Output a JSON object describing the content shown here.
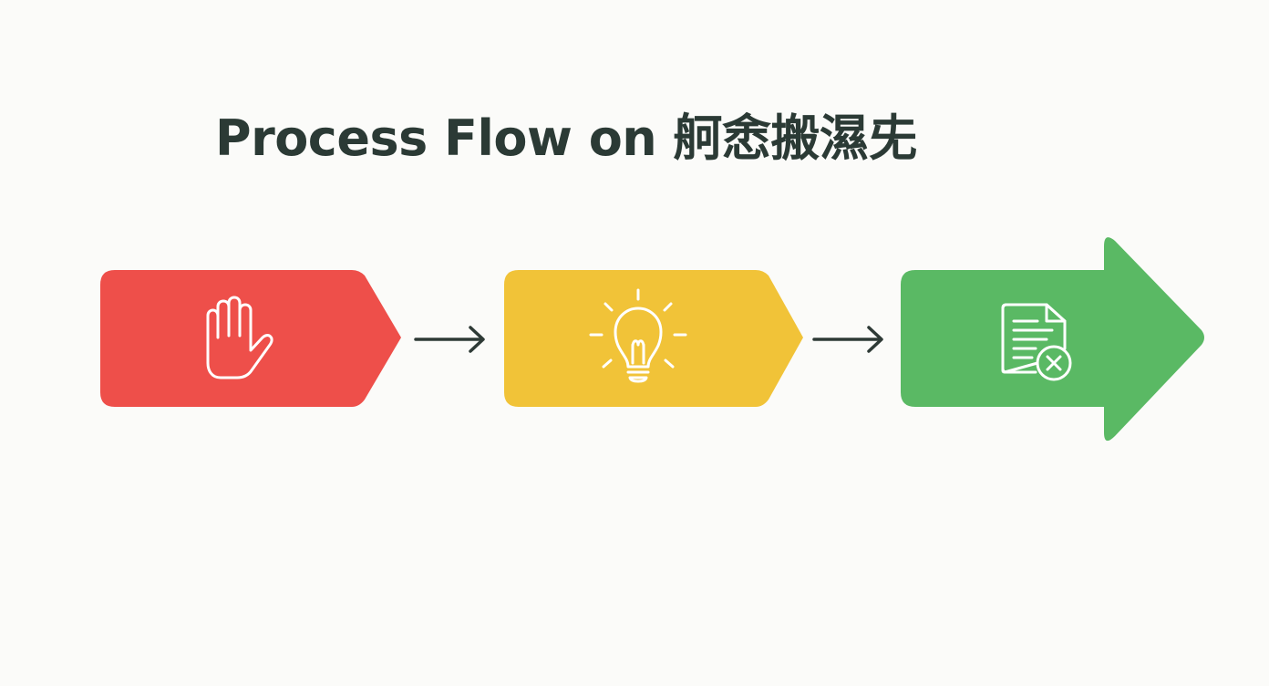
{
  "title": "Process Flow on 舸悆搬濕兂",
  "colors": {
    "background": "#fbfbf9",
    "title": "#2b3a35",
    "step_1": "#ee4f4a",
    "step_2": "#f1c338",
    "step_3": "#5ab964",
    "connector": "#2e3a36",
    "icon": "#ffffff"
  },
  "steps": [
    {
      "icon": "raised-hand-icon",
      "color": "#ee4f4a",
      "shape": "pentagon"
    },
    {
      "icon": "lightbulb-icon",
      "color": "#f1c338",
      "shape": "pentagon"
    },
    {
      "icon": "document-cancel-icon",
      "color": "#5ab964",
      "shape": "block-arrow"
    }
  ],
  "connectors": [
    {
      "from": 1,
      "to": 2,
      "icon": "right-arrow-icon"
    },
    {
      "from": 2,
      "to": 3,
      "icon": "right-arrow-icon"
    }
  ]
}
